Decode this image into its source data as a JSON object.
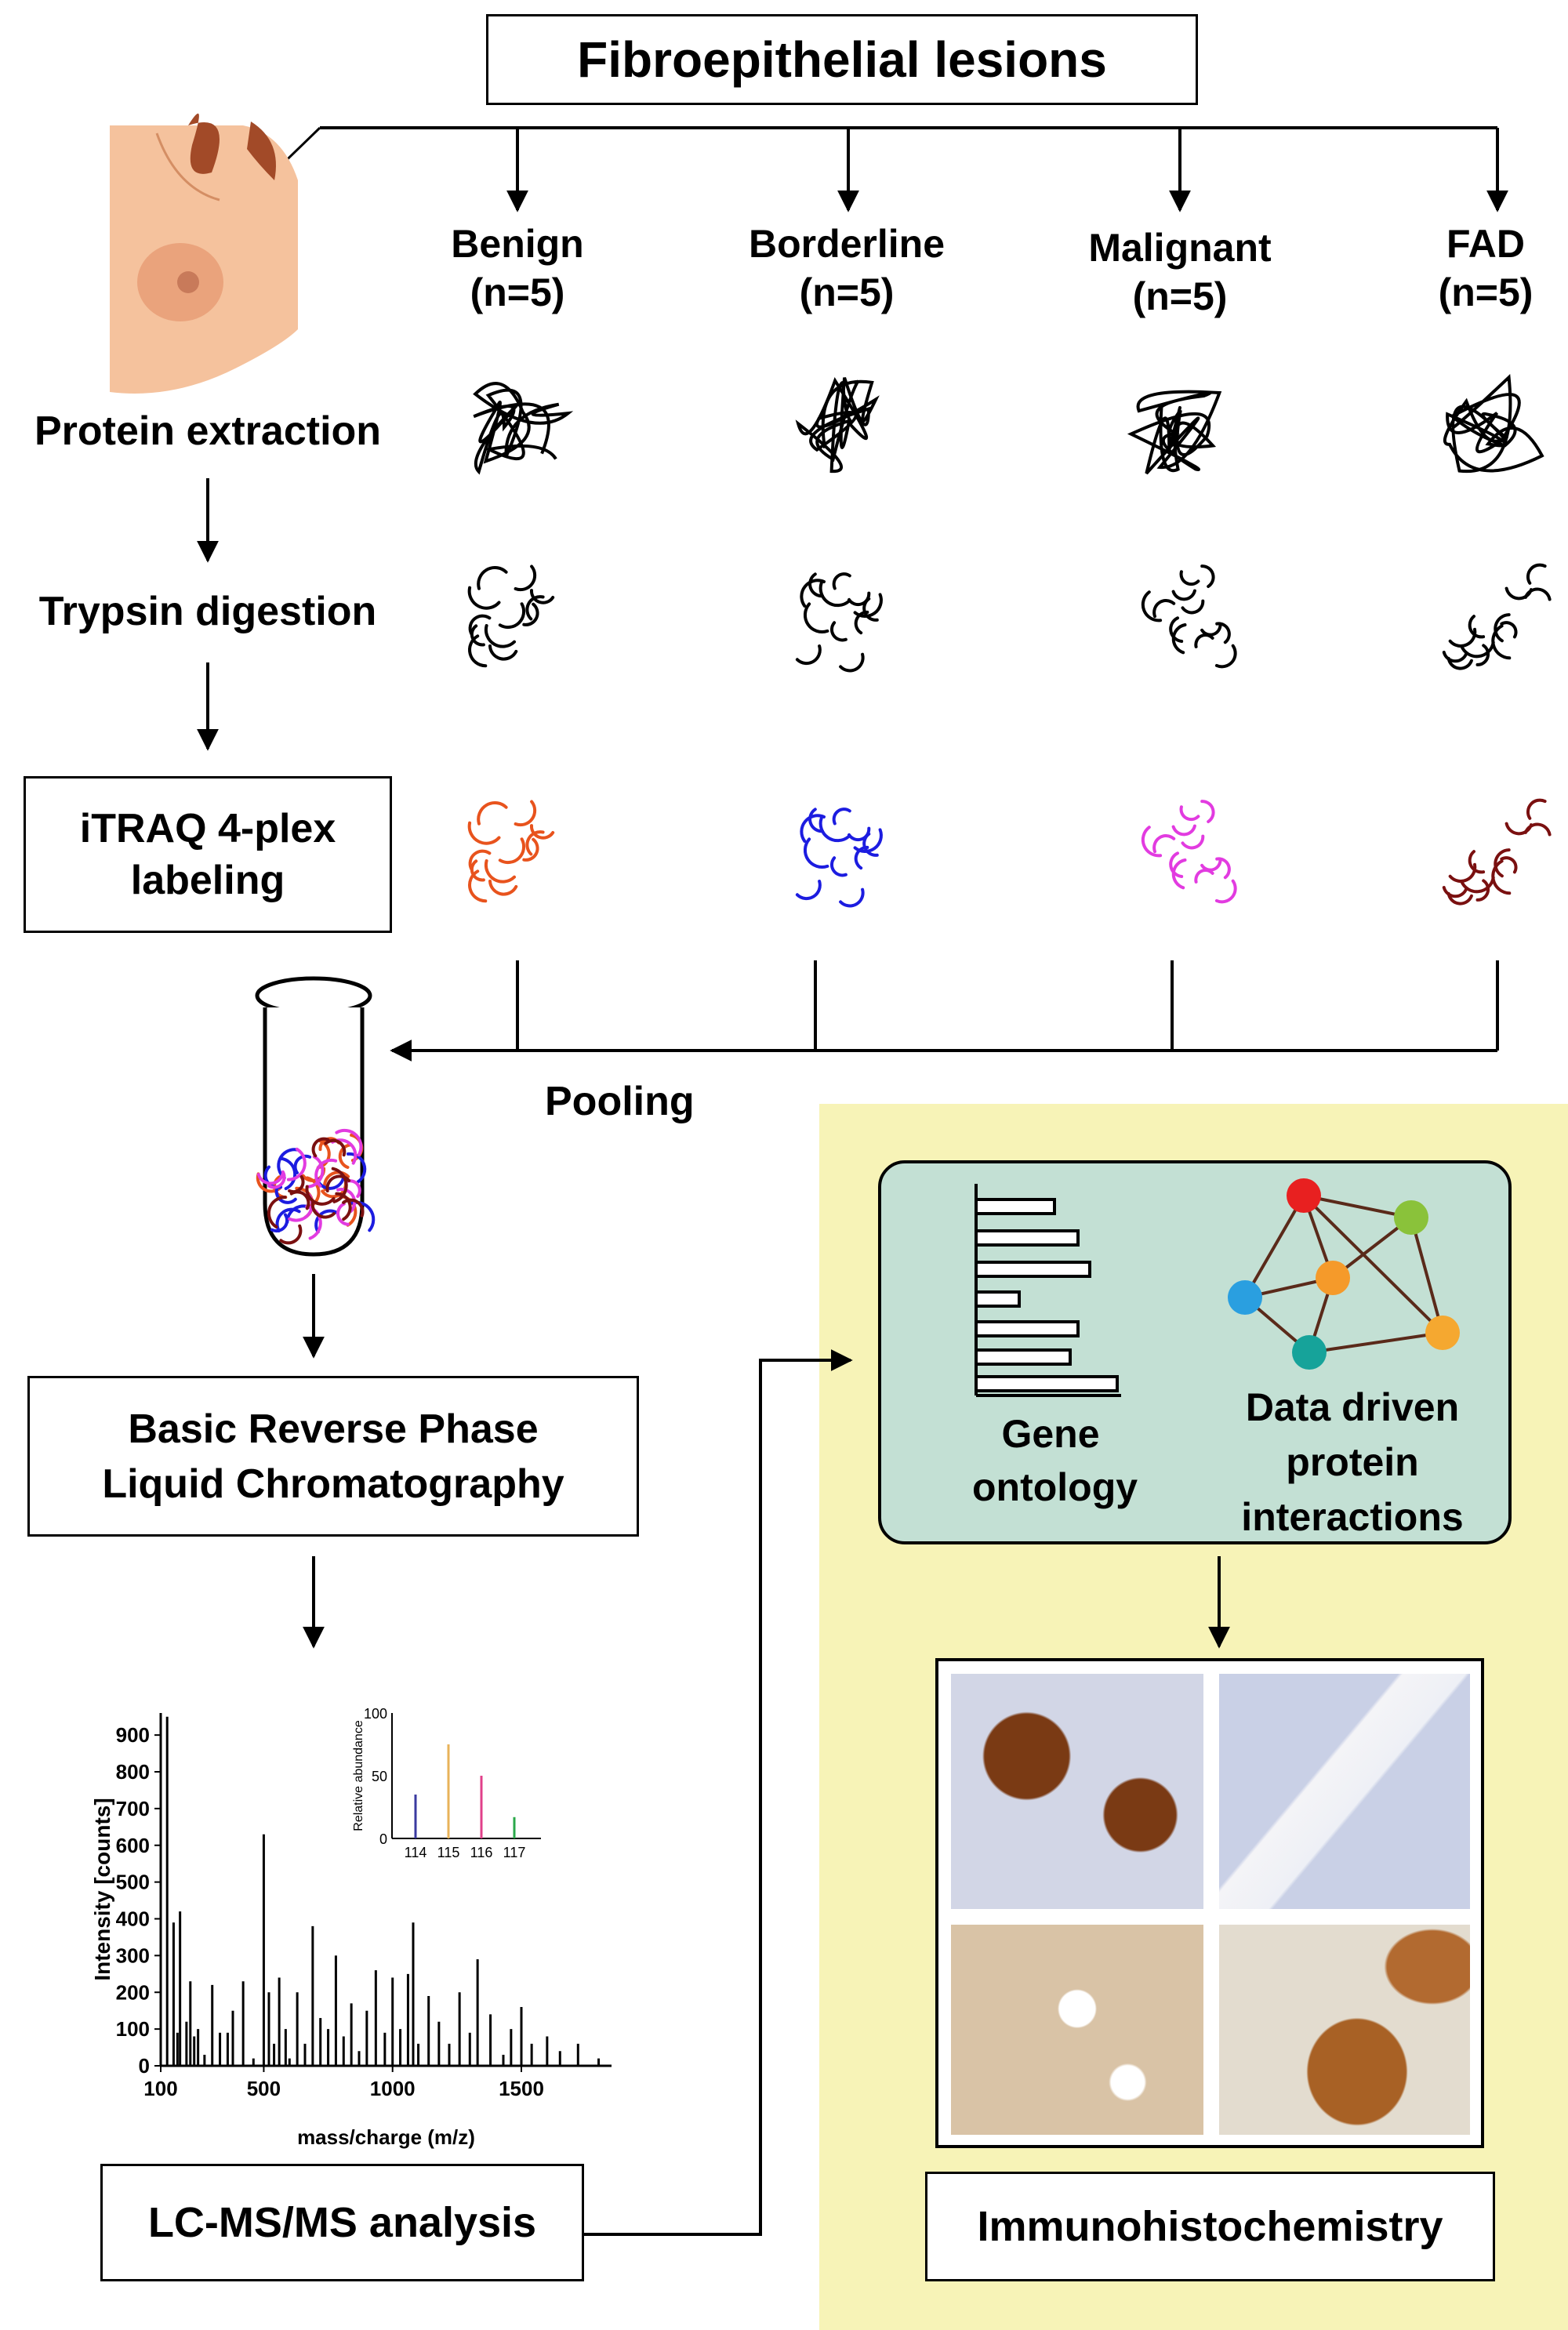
{
  "title": "Fibroepithelial lesions",
  "groups": [
    {
      "name": "Benign",
      "n": "(n=5)",
      "label_color": "#e8531d"
    },
    {
      "name": "Borderline",
      "n": "(n=5)",
      "label_color": "#1c1ce0"
    },
    {
      "name": "Malignant",
      "n": "(n=5)",
      "label_color": "#e23be0"
    },
    {
      "name": "FAD",
      "n": "(n=5)",
      "label_color": "#7a1010"
    }
  ],
  "steps": {
    "protein_extraction": "Protein extraction",
    "trypsin_digestion": "Trypsin digestion",
    "itraq_line1": "iTRAQ 4-plex",
    "itraq_line2": "labeling",
    "pooling": "Pooling",
    "bprlc_line1": "Basic Reverse Phase",
    "bprlc_line2": "Liquid Chromatography",
    "lcms": "LC-MS/MS analysis",
    "ihc": "Immunohistochemistry"
  },
  "analysis": {
    "gene_line1": "Gene",
    "gene_line2": "ontology",
    "ppi_line1": "Data driven",
    "ppi_line2": "protein",
    "ppi_line3": "interactions",
    "panel_color": "#c3e0d4",
    "highlight_color": "#f7f3b7"
  },
  "chart_data": [
    {
      "type": "bar",
      "title": "",
      "xlabel": "mass/charge (m/z)",
      "ylabel": "Intensity [counts]",
      "xlim": [
        100,
        1850
      ],
      "ylim": [
        0,
        960
      ],
      "xticks": [
        "100",
        "500",
        "1000",
        "1500"
      ],
      "yticks": [
        "0",
        "100",
        "200",
        "300",
        "400",
        "500",
        "600",
        "700",
        "800",
        "900"
      ],
      "x": [
        125,
        150,
        165,
        175,
        200,
        215,
        230,
        245,
        270,
        300,
        330,
        360,
        380,
        420,
        460,
        500,
        520,
        540,
        560,
        585,
        600,
        630,
        660,
        690,
        720,
        750,
        780,
        810,
        840,
        870,
        900,
        935,
        970,
        1000,
        1030,
        1060,
        1080,
        1100,
        1140,
        1180,
        1220,
        1260,
        1300,
        1330,
        1380,
        1430,
        1460,
        1500,
        1540,
        1600,
        1650,
        1720,
        1800
      ],
      "values": [
        950,
        390,
        90,
        420,
        120,
        230,
        80,
        100,
        30,
        220,
        90,
        90,
        150,
        230,
        20,
        630,
        200,
        60,
        240,
        100,
        20,
        200,
        60,
        380,
        130,
        100,
        300,
        80,
        170,
        40,
        150,
        260,
        90,
        240,
        100,
        250,
        390,
        60,
        190,
        120,
        60,
        200,
        90,
        290,
        140,
        30,
        100,
        160,
        60,
        80,
        40,
        60,
        20
      ]
    },
    {
      "type": "bar",
      "title": "",
      "xlabel": "",
      "ylabel": "Relative abundance",
      "ylim": [
        0,
        100
      ],
      "yticks": [
        "0",
        "50",
        "100"
      ],
      "categories": [
        "114",
        "115",
        "116",
        "117"
      ],
      "values": [
        35,
        75,
        50,
        17
      ],
      "colors": [
        "#3a3aa0",
        "#e8b35a",
        "#e0408a",
        "#2aa84a"
      ]
    }
  ]
}
